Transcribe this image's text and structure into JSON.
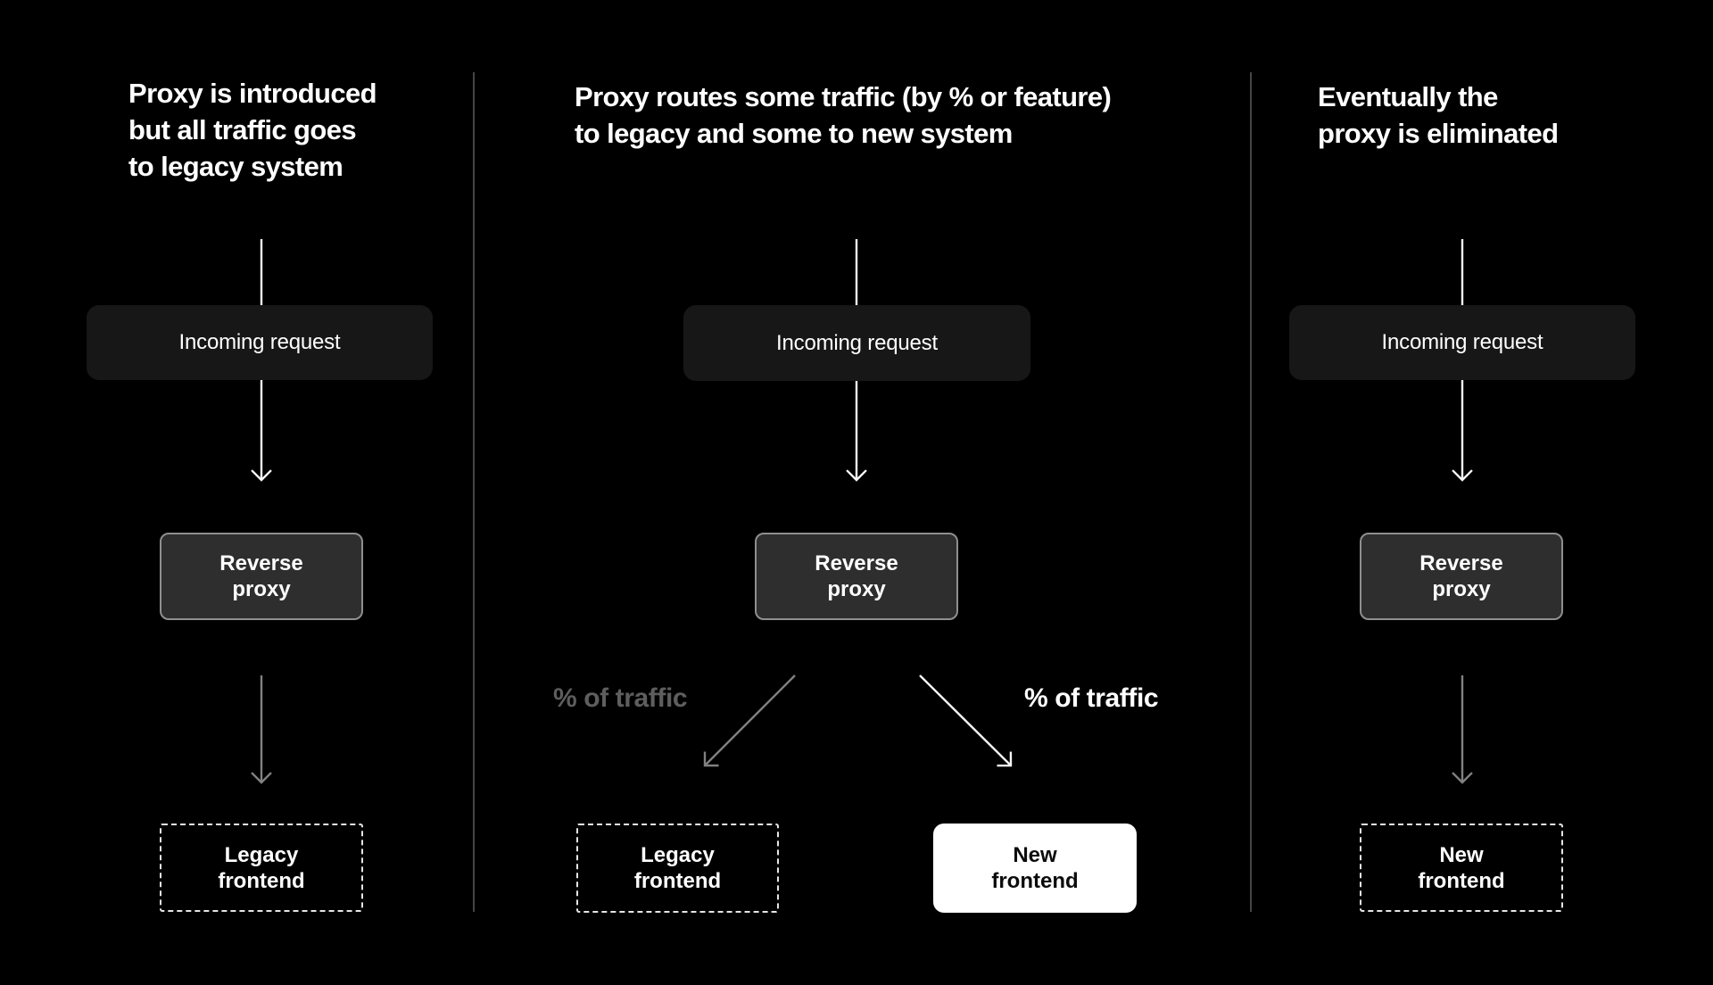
{
  "colors": {
    "background": "#000000",
    "divider": "#454545",
    "box_dark": "#171717",
    "proxy_fill": "#2e2e2e",
    "proxy_border": "#8f8f8f",
    "dashed_border": "#e6e6e6",
    "white_arrow": "#f5f5f5",
    "gray_arrow": "#818181",
    "gray_label": "#5e5e5e",
    "text_white": "#ffffff"
  },
  "panels": [
    {
      "id": "phase-1",
      "title": "Proxy is introduced\nbut all traffic goes\nto legacy system",
      "incoming_label": "Incoming request",
      "proxy_label": "Reverse\nproxy",
      "bottom_boxes": [
        {
          "label": "Legacy\nfrontend",
          "style": "dashed"
        }
      ]
    },
    {
      "id": "phase-2",
      "title": "Proxy routes some traffic (by % or feature)\nto legacy and some to new system",
      "incoming_label": "Incoming request",
      "proxy_label": "Reverse\nproxy",
      "traffic_labels": {
        "left": "% of traffic",
        "right": "% of traffic"
      },
      "bottom_boxes": [
        {
          "label": "Legacy\nfrontend",
          "style": "dashed"
        },
        {
          "label": "New\nfrontend",
          "style": "solid-white"
        }
      ]
    },
    {
      "id": "phase-3",
      "title": "Eventually the\nproxy is eliminated",
      "incoming_label": "Incoming request",
      "proxy_label": "Reverse\nproxy",
      "bottom_boxes": [
        {
          "label": "New\nfrontend",
          "style": "dashed"
        }
      ]
    }
  ]
}
